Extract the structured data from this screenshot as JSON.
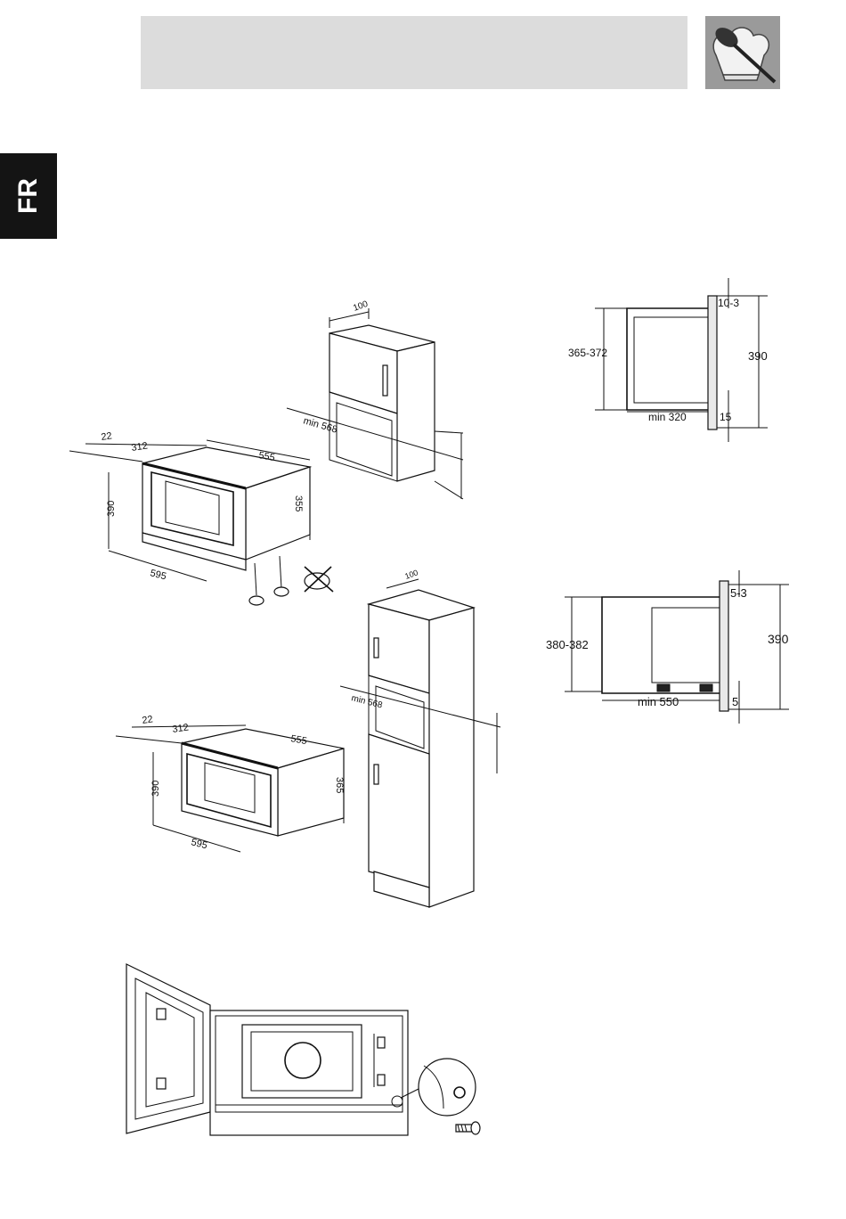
{
  "language_tab": "FR",
  "colors": {
    "header_bar": "#dcdcdc",
    "logo_bg": "#9a9a9a",
    "tab_bg": "#141414"
  },
  "logo": {
    "icon": "chef-hat-spoon-icon"
  },
  "diagram1": {
    "depth_top": "100",
    "min_opening": "min 568",
    "d22": "22",
    "d312": "312",
    "d555": "555",
    "d390": "390",
    "d355": "355",
    "d595": "595"
  },
  "diagram2": {
    "depth_top": "100",
    "min_opening": "min 568",
    "d22": "22",
    "d312": "312",
    "d555": "555",
    "d390": "390",
    "d365": "365",
    "d595": "595"
  },
  "section1": {
    "height_range": "365-372",
    "top_gap": "10-3",
    "total": "390",
    "min_depth": "min 320",
    "bottom": "15"
  },
  "section2": {
    "height_range": "380-382",
    "top_gap": "5-3",
    "total": "390",
    "min_depth": "min 550",
    "bottom": "5"
  },
  "bottom_figure": {
    "icon": "screw-icon"
  }
}
